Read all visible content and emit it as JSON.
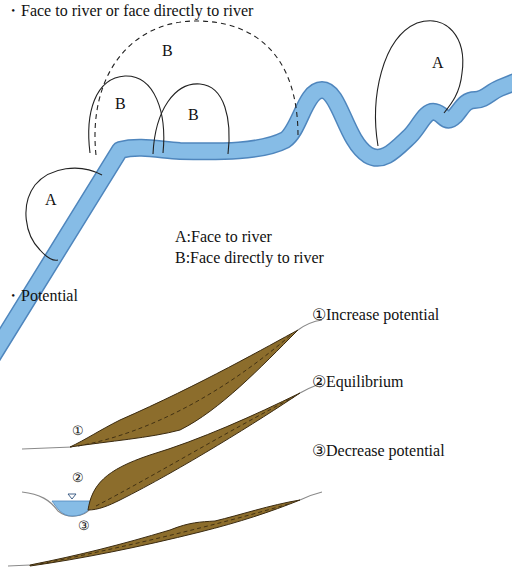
{
  "diagram": {
    "title": "・Face to river or face directly to river",
    "nodes": [
      {
        "text": [
          "A"
        ]
      },
      {
        "text": [
          "B"
        ]
      },
      {
        "text": [
          "B"
        ],
        "in": 1
      },
      {
        "text": [
          "B"
        ],
        "in": 1
      },
      {
        "text": [
          "A"
        ]
      }
    ],
    "labels": [
      "A:Face to river",
      "B:Face directly to river",
      "・Potential",
      "①",
      "②",
      "③",
      "①Increase potential",
      "②Equilibrium",
      "③Decrease potential"
    ]
  }
}
